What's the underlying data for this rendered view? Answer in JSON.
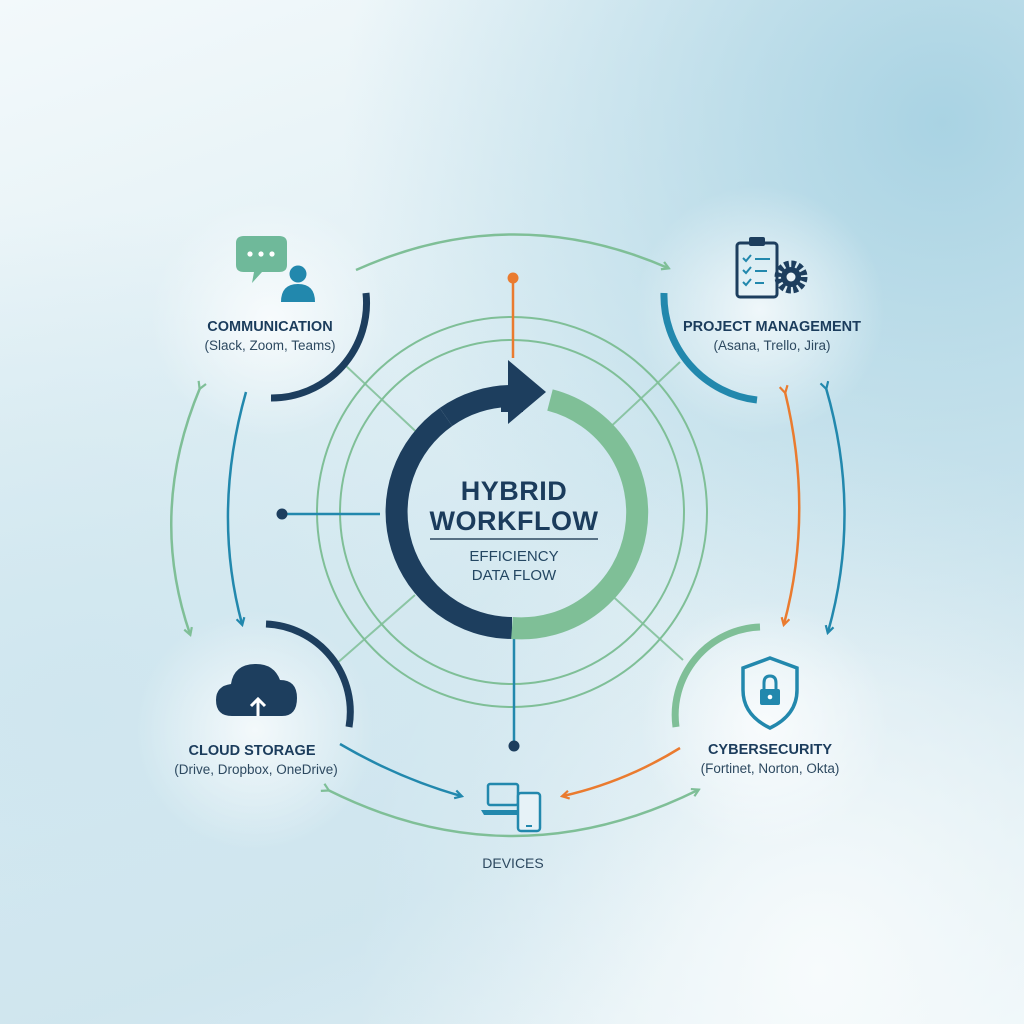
{
  "center": {
    "title_line1": "HYBRID",
    "title_line2": "WORKFLOW",
    "sub_line1": "EFFICIENCY",
    "sub_line2": "DATA FLOW"
  },
  "nodes": {
    "communication": {
      "label": "COMMUNICATION",
      "tools": "(Slack, Zoom, Teams)",
      "icon": "chat-user-icon"
    },
    "project_management": {
      "label": "PROJECT MANAGEMENT",
      "tools": "(Asana, Trello, Jira)",
      "icon": "clipboard-gear-icon"
    },
    "cloud_storage": {
      "label": "CLOUD STORAGE",
      "tools": "(Drive, Dropbox, OneDrive)",
      "icon": "cloud-upload-icon"
    },
    "cybersecurity": {
      "label": "CYBERSECURITY",
      "tools": "(Fortinet, Norton, Okta)",
      "icon": "shield-lock-icon"
    },
    "devices": {
      "label": "DEVICES",
      "icon": "laptop-phone-icon"
    }
  },
  "colors": {
    "navy": "#1d3e5e",
    "green": "#7fbf97",
    "teal": "#2288ad",
    "orange": "#ea7b2f",
    "text": "#1b3c5c"
  }
}
